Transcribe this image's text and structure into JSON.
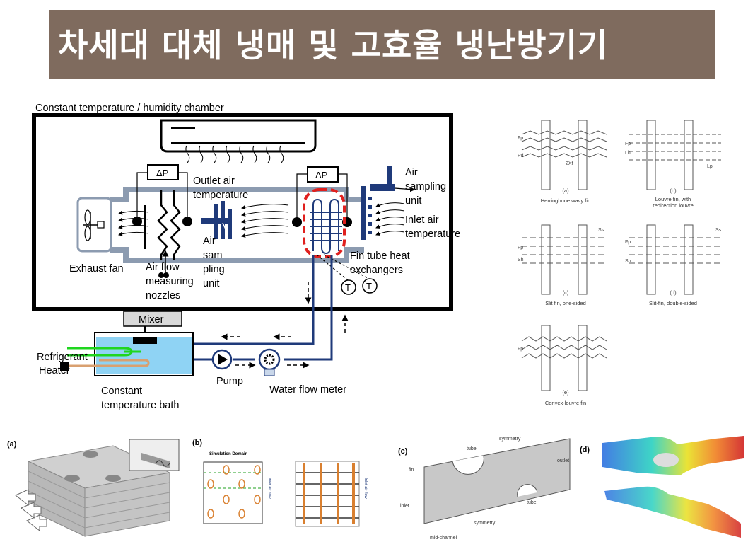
{
  "slide": {
    "title": "차세대 대체 냉매 및 고효율 냉난방기기"
  },
  "test_rig": {
    "chamber_label": "Constant temperature / humidity chamber",
    "dp_left": "ΔP",
    "dp_right": "ΔP",
    "outlet_air_temperature": [
      "Outlet air",
      "temperature"
    ],
    "air_sampling_unit_top": [
      "Air",
      "sampling",
      "unit"
    ],
    "inlet_air_temperature": [
      "Inlet air",
      "temperature"
    ],
    "air_sampling_unit_mid": [
      "Air",
      "sam",
      "pling",
      "unit"
    ],
    "exhaust_fan": "Exhaust fan",
    "airflow_nozzles": [
      "Air flow",
      "measuring",
      "nozzles"
    ],
    "fin_tube_hx": [
      "Fin tube heat",
      "exchangers"
    ],
    "thermo_symbol": "T",
    "mixer": "Mixer",
    "refrigerant": "Refrigerant",
    "heater": "Heater",
    "bath": [
      "Constant",
      "temperature bath"
    ],
    "pump": "Pump",
    "water_flow_meter": "Water flow meter"
  },
  "fin_types": {
    "captions": [
      "(a)",
      "Herringbone wavy fin",
      "(b)",
      "Louvre fin, with",
      "redirection louvre",
      "(c)",
      "Slit fin, one-sided",
      "(d)",
      "Slit-fin, double-sided",
      "(e)",
      "Convex-louvre fin"
    ],
    "dims": [
      "Fp",
      "Pd",
      "2Xf",
      "Fp",
      "Lh",
      "Lp",
      "Ss",
      "Fp",
      "Sh",
      "Ss",
      "Fp",
      "Sh",
      "Fp"
    ]
  },
  "cfd_panels": {
    "a": "(a)",
    "b": "(b)",
    "b_domain": "Simulation Domain",
    "b_inlet1": "Inlet air flow",
    "b_inlet2": "Inlet air flow",
    "c": "(c)",
    "c_labels": [
      "tube",
      "symmetry",
      "fin",
      "outlet",
      "inlet",
      "tube",
      "symmetry",
      "mid-channel"
    ],
    "d": "(d)"
  },
  "colors": {
    "title_bg": "#7f6b5e",
    "duct": "#8c9bb0",
    "water_line": "#1f3a7a",
    "hx_highlight": "#e0201e",
    "bath_water": "#8fd3f4"
  }
}
